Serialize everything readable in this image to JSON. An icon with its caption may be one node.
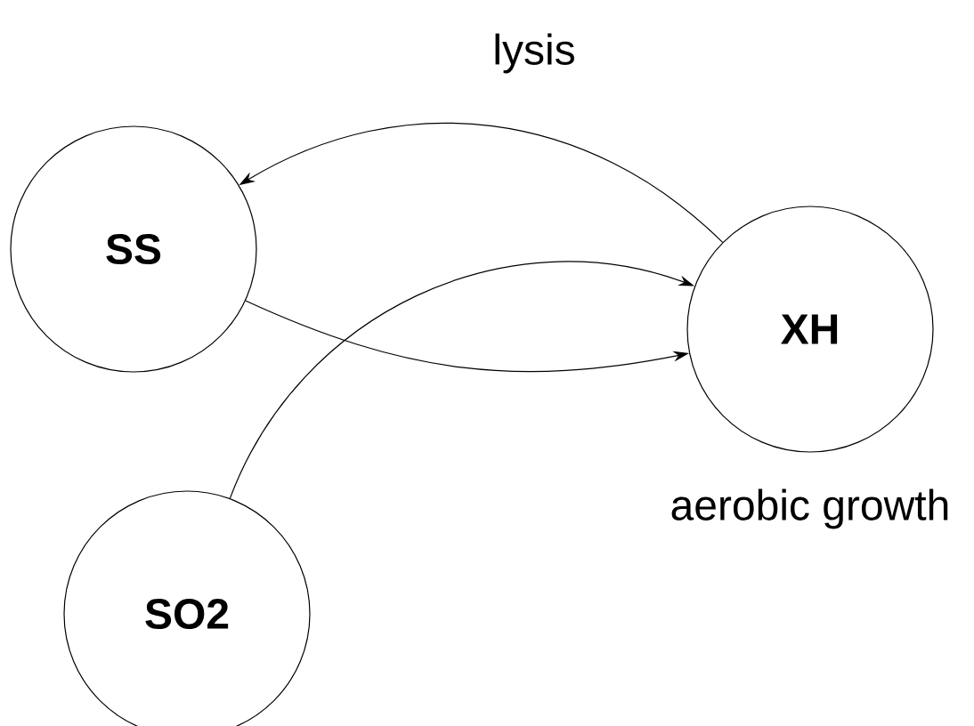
{
  "diagram": {
    "nodes": [
      {
        "text": [
          "SS"
        ]
      },
      {
        "text": [
          "XH"
        ]
      },
      {
        "text": [
          "SO2"
        ]
      }
    ],
    "edges": [
      {
        "from": 1,
        "to": 0,
        "arrow": "to",
        "label": "lysis"
      },
      {
        "from": 0,
        "to": 1,
        "arrow": "to",
        "label": "aerobic growth"
      },
      {
        "from": 2,
        "to": 1,
        "arrow": "to"
      }
    ]
  }
}
